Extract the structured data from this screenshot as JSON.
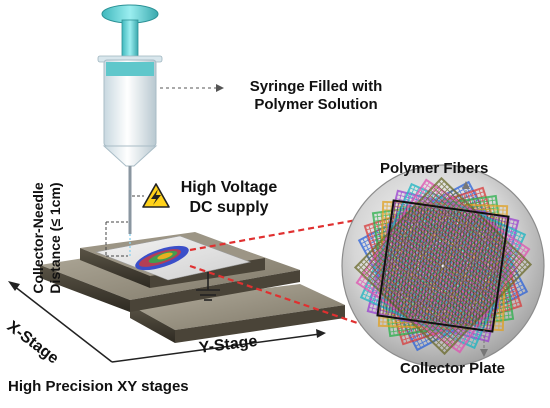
{
  "labels": {
    "syringe_line1": "Syringe Filled with",
    "syringe_line2": "Polymer Solution",
    "hv_line1": "High Voltage",
    "hv_line2": "DC supply",
    "distance_line1": "Collector-Needle",
    "distance_line2": "Distance (≤ 1cm)",
    "polymer_fibers": "Polymer Fibers",
    "collector_plate": "Collector Plate",
    "x_stage": "X-Stage",
    "y_stage": "Y-Stage",
    "stages_caption": "High Precision XY stages"
  },
  "colors": {
    "syringe_teal": "#6fd1d4",
    "stage_metal": "#8f8878",
    "stage_dark": "#3f3a30",
    "dashed_red": "#e03030",
    "warning_yellow": "#ffd21a",
    "text": "#111111"
  },
  "icons": {
    "hazard": "high-voltage-warning-icon",
    "ground": "ground-symbol-icon"
  },
  "fiber_colors": [
    "#2b62d9",
    "#d93a3a",
    "#28b04a",
    "#e0a020",
    "#9a3fd0",
    "#18b5c2",
    "#e050b0",
    "#6a6a2a"
  ]
}
